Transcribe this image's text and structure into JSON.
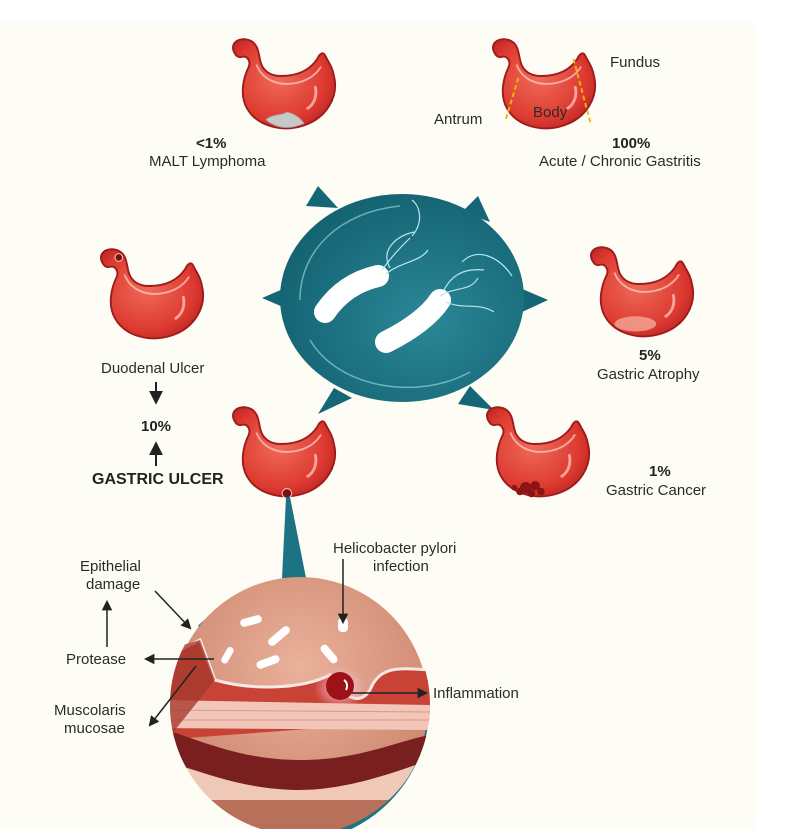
{
  "figure": {
    "title": "Helicobacter pylori infection outcomes",
    "colors": {
      "stomach": "#e0403a",
      "stomach_dark": "#a51c1c",
      "teal": "#16697a",
      "teal_light": "#2d8c9a",
      "background": "#fdfdf6",
      "tissue": "#e3a088",
      "mucosa": "#c9473a",
      "muscle": "#7a1f1f",
      "dashed_region": "#f5b400"
    },
    "center": {
      "icon": "h-pylori-bacteria-icon"
    },
    "outcomes": [
      {
        "id": "malt",
        "percent": "<1%",
        "label": "MALT Lymphoma"
      },
      {
        "id": "gastritis",
        "percent": "100%",
        "label": "Acute / Chronic Gastritis",
        "regions": {
          "antrum": "Antrum",
          "body": "Body",
          "fundus": "Fundus"
        }
      },
      {
        "id": "duodenal",
        "percent": "",
        "label": "Duodenal Ulcer"
      },
      {
        "id": "atrophy",
        "percent": "5%",
        "label": "Gastric Atrophy"
      },
      {
        "id": "gastric_ulcer",
        "percent": "10%",
        "label": "GASTRIC ULCER"
      },
      {
        "id": "cancer",
        "percent": "1%",
        "label": "Gastric Cancer"
      }
    ],
    "detail": {
      "labels": {
        "epithelial": [
          "Epithelial",
          "damage"
        ],
        "protease": "Protease",
        "muscularis": [
          "Muscolaris",
          "mucosae"
        ],
        "hp_infection": [
          "Helicobacter pylori",
          "infection"
        ],
        "inflammation": "Inflammation"
      }
    }
  }
}
